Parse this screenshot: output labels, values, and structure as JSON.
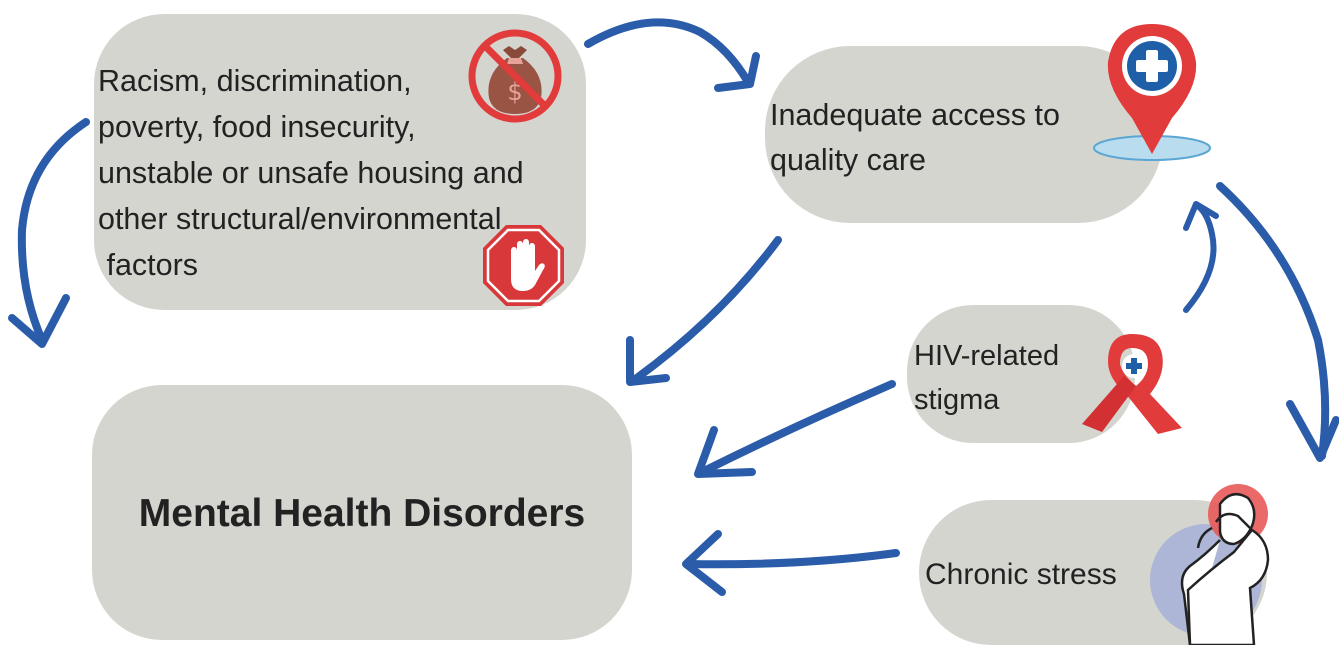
{
  "nodes": {
    "structural": {
      "lines": [
        "Racism, discrimination,",
        "poverty, food insecurity,",
        "unstable or unsafe housing and",
        "other structural/environmental",
        " factors"
      ],
      "icons": [
        "no-money-icon",
        "stop-hand-icon"
      ]
    },
    "access": {
      "lines": [
        "Inadequate access to",
        "quality care"
      ],
      "icons": [
        "medical-location-pin-icon"
      ]
    },
    "stigma": {
      "lines": [
        "HIV-related",
        "stigma"
      ],
      "icons": [
        "awareness-ribbon-icon"
      ]
    },
    "stress": {
      "lines": [
        "Chronic stress"
      ],
      "icons": [
        "stressed-person-icon"
      ]
    },
    "outcome": {
      "label": "Mental Health Disorders"
    }
  },
  "colors": {
    "node_fill": "#d5d5d0",
    "arrow": "#2a5caa",
    "icon_red": "#e23b3b",
    "icon_blue": "#1e5fa8",
    "text": "#222222"
  },
  "edges": [
    {
      "from": "structural",
      "to": "access"
    },
    {
      "from": "structural",
      "to": "outcome"
    },
    {
      "from": "access",
      "to": "outcome"
    },
    {
      "from": "access",
      "to": "stress"
    },
    {
      "from": "stigma",
      "to": "access"
    },
    {
      "from": "stigma",
      "to": "outcome"
    },
    {
      "from": "stress",
      "to": "outcome"
    }
  ]
}
